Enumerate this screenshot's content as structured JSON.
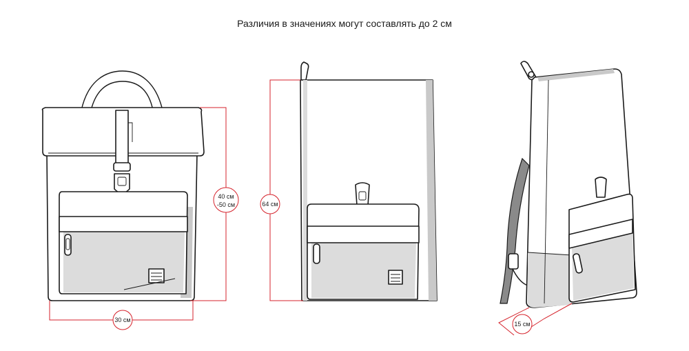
{
  "caption": "Различия в значениях могут составлять до 2 см",
  "dimensions": {
    "front_height_line1": "40 см",
    "front_height_line2": "-50 см",
    "front_width": "30 см",
    "unrolled_height": "64 см",
    "depth": "15 см"
  },
  "colors": {
    "dimension_line": "#d5222b",
    "outline": "#1a1a1a",
    "shade": "#c9c9c9"
  }
}
